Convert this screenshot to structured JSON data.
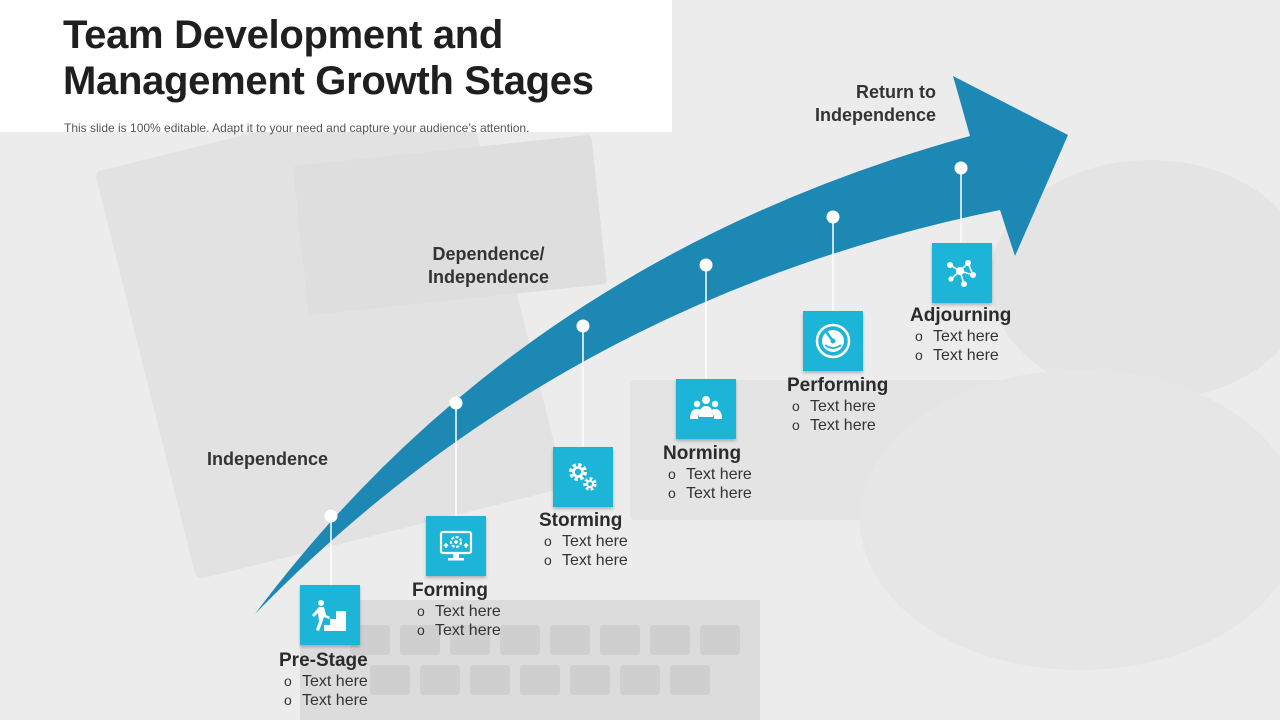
{
  "header": {
    "title": "Team Development and\nManagement Growth Stages",
    "subtitle": "This slide is 100% editable. Adapt it to your need and capture your audience’s attention."
  },
  "colors": {
    "arrow": "#1e88b4",
    "icon_bg": "#1cb5d8",
    "connector": "#ffffff"
  },
  "phases": [
    {
      "label": "Independence"
    },
    {
      "label_lines": [
        "Dependence/",
        "Independence"
      ]
    },
    {
      "label_lines": [
        "Return to",
        "Independence"
      ]
    }
  ],
  "stages": [
    {
      "title": "Pre-Stage",
      "icon": "climbing-stairs-icon",
      "bullets": [
        "Text here",
        "Text here"
      ]
    },
    {
      "title": "Forming",
      "icon": "monitor-gear-icon",
      "bullets": [
        "Text here",
        "Text here"
      ]
    },
    {
      "title": "Storming",
      "icon": "gears-icon",
      "bullets": [
        "Text here",
        "Text here"
      ]
    },
    {
      "title": "Norming",
      "icon": "team-group-icon",
      "bullets": [
        "Text here",
        "Text here"
      ]
    },
    {
      "title": "Performing",
      "icon": "speedometer-icon",
      "bullets": [
        "Text here",
        "Text here"
      ]
    },
    {
      "title": "Adjourning",
      "icon": "network-icon",
      "bullets": [
        "Text here",
        "Text here"
      ]
    }
  ]
}
